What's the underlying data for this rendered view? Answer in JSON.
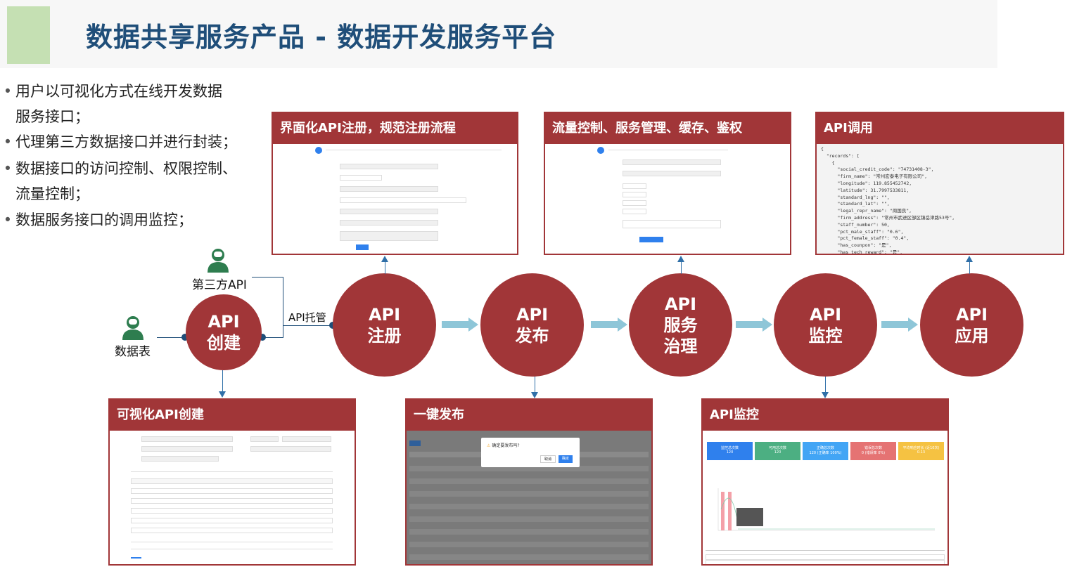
{
  "title": "数据共享服务产品 - 数据开发服务平台",
  "bullets": [
    {
      "line1": "用户以可视化方式在线开发数据",
      "line2": "服务接口；"
    },
    {
      "line1": "代理第三方数据接口并进行封装；"
    },
    {
      "line1": "数据接口的访问控制、权限控制、",
      "line2": "流量控制；"
    },
    {
      "line1": "数据服务接口的调用监控；"
    }
  ],
  "sources": {
    "third_party": "第三方API",
    "table": "数据表",
    "hosting": "API托管"
  },
  "nodes": [
    {
      "line1": "API",
      "line2": "创建"
    },
    {
      "line1": "API",
      "line2": "注册"
    },
    {
      "line1": "API",
      "line2": "发布"
    },
    {
      "line1": "API",
      "line2": "服务",
      "line3": "治理"
    },
    {
      "line1": "API",
      "line2": "监控"
    },
    {
      "line1": "API",
      "line2": "应用"
    }
  ],
  "panels": {
    "register": "界面化API注册，规范注册流程",
    "governance": "流量控制、服务管理、缓存、鉴权",
    "invoke": "API调用",
    "create": "可视化API创建",
    "publish": "一键发布",
    "monitor": "API监控"
  },
  "publish_dialog": {
    "text": "确定要发布吗?",
    "cancel": "取消",
    "ok": "确定"
  },
  "monitor_stats": [
    {
      "label": "监控总次数",
      "value": "120",
      "color": "#2f80ed"
    },
    {
      "label": "可用总次数",
      "value": "120",
      "color": "#4caf82"
    },
    {
      "label": "正确总次数",
      "value": "120 (正确率 100%)",
      "color": "#42a5f5"
    },
    {
      "label": "错误总次数",
      "value": "0 (错误率 0%)",
      "color": "#e57373"
    },
    {
      "label": "平均响应时长 (近10次)",
      "value": "0.13",
      "color": "#f5c242"
    }
  ],
  "invoke_code": "{\n  \"records\": [\n    {\n      \"social_credit_code\": \"74731408-3\",\n      \"firm_name\": \"常州宏泰电子有限公司\",\n      \"longitude\": 119.855452742,\n      \"latitude\": 31.7997533811,\n      \"standard_lng\": \"\",\n      \"standard_lat\": \"\",\n      \"legal_repr_name\": \"周国良\",\n      \"firm_address\": \"常州市武进区邹区镇岳津路53号\",\n      \"staff_number\": 50,\n      \"pct_male_staff\": \"0.6\",\n      \"pct_female_staff\": \"0.4\",\n      \"has_counpon\": \"是\",\n      \"has_tech_reward\": \"是\","
}
